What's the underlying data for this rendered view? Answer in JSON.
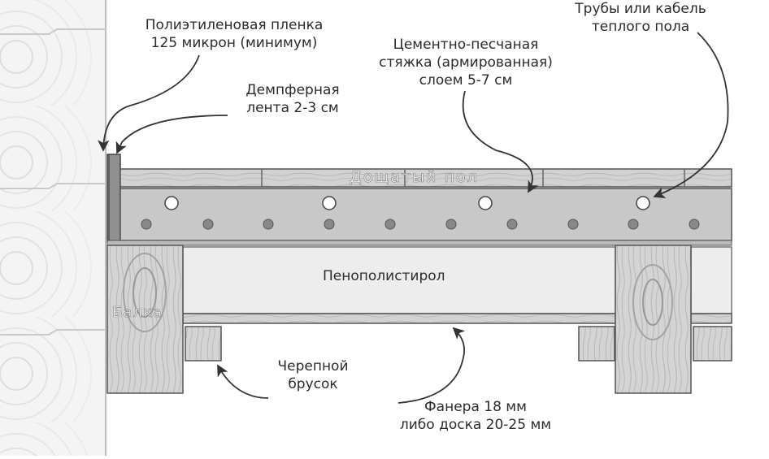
{
  "labels": {
    "polyethylene": [
      "Полиэтиленовая пленка",
      "125 микрон (минимум)"
    ],
    "damper": [
      "Демпферная",
      "лента 2-3 см"
    ],
    "screed": [
      "Цементно-песчаная",
      "стяжка (армированная)",
      "слоем 5-7 см"
    ],
    "pipes": [
      "Трубы или кабель",
      "теплого пола"
    ],
    "skull_bar": [
      "Черепной",
      "брусок"
    ],
    "plywood": [
      "Фанера 18 мм",
      "либо доска 20-25 мм"
    ]
  },
  "layers": {
    "plank_floor": "Дощатый пол",
    "foam": "Пенополистирол",
    "beam": "Балка"
  },
  "colors": {
    "wood": "#cfcfcf",
    "screed": "#c6c6c6",
    "foam": "#ececec",
    "outline": "#555555",
    "text": "#2b2b2b"
  }
}
